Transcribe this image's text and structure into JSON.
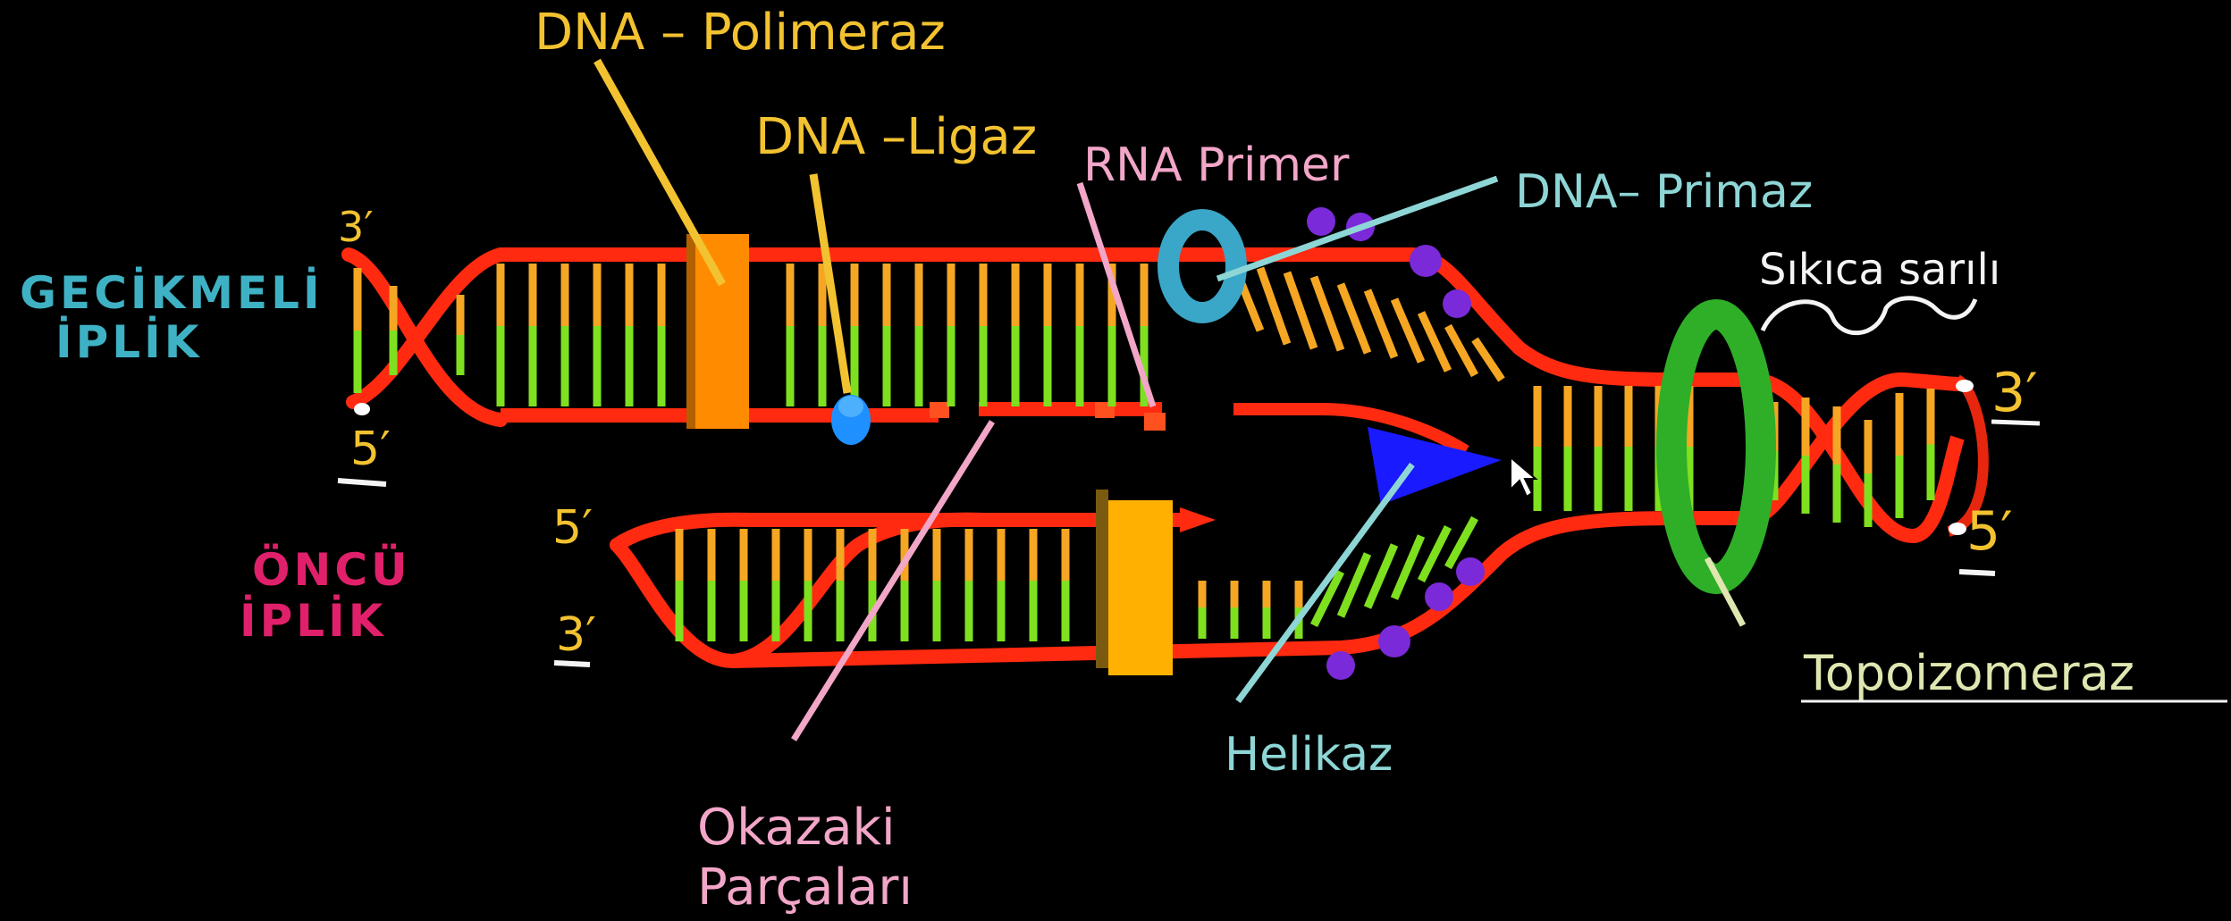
{
  "labels": {
    "dna_polymerase": "DNA – Polimeraz",
    "dna_ligase": "DNA –Ligaz",
    "rna_primer": "RNA Primer",
    "dna_primase": "DNA– Primaz",
    "tightly_wound": "Sıkıca sarılı",
    "lagging_strand_line1": "GECİKMELİ",
    "lagging_strand_line2": "İPLİK",
    "leading_strand_line1": "ÖNCÜ",
    "leading_strand_line2": "İPLİK",
    "topoisomerase": "Topoizomeraz",
    "helicase": "Helikaz",
    "okazaki_line1": "Okazaki",
    "okazaki_line2": "Parçaları"
  },
  "ends": {
    "lagging_top": "3′",
    "lagging_bottom": "5′",
    "leading_top": "5′",
    "leading_bottom": "3′",
    "right_top": "3′",
    "right_bottom": "5′"
  },
  "colors": {
    "background": "#000000",
    "backbone": "#ff2a10",
    "base_orange": "#f5a623",
    "base_green": "#7ee01e",
    "polymerase": "#ff8c00",
    "polymerase_leading": "#ffb000",
    "ligase": "#1e90ff",
    "primase": "#3aa6c8",
    "helicase": "#1a1aff",
    "topoisomerase": "#2fae28",
    "ssb_protein": "#7a2ad8",
    "label_yellow": "#f2c230",
    "label_teal": "#8ed6d6",
    "label_pink": "#f2a6c8",
    "label_magenta": "#e0206a",
    "label_cyan": "#3fb1c4",
    "label_white": "#f4f4f4",
    "label_olive": "#dfe6b0"
  }
}
